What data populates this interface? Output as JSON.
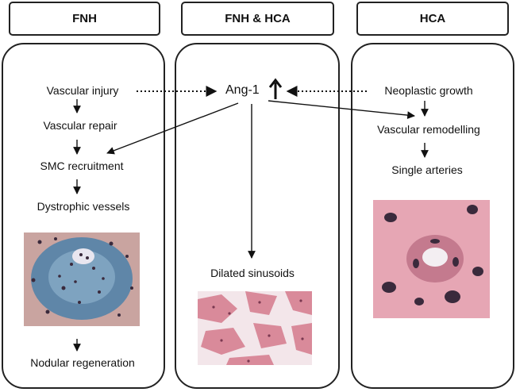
{
  "headers": {
    "left": "FNH",
    "center": "FNH & HCA",
    "right": "HCA"
  },
  "left_column": {
    "steps": [
      "Vascular injury",
      "Vascular repair",
      "SMC recruitment",
      "Dystrophic vessels",
      "Nodular regeneration"
    ]
  },
  "center_column": {
    "hub_label": "Ang-1",
    "outcome": "Dilated sinusoids"
  },
  "right_column": {
    "steps": [
      "Neoplastic growth",
      "Vascular remodelling",
      "Single arteries"
    ]
  },
  "colors": {
    "border": "#222222",
    "stain_blue": "#5f86a8",
    "stain_pink": "#d98a9a",
    "sinusoid_bg": "#f3e6ea",
    "nuclei": "#3a2a3c"
  },
  "icons": {
    "up_arrow": "up-arrow-icon"
  }
}
